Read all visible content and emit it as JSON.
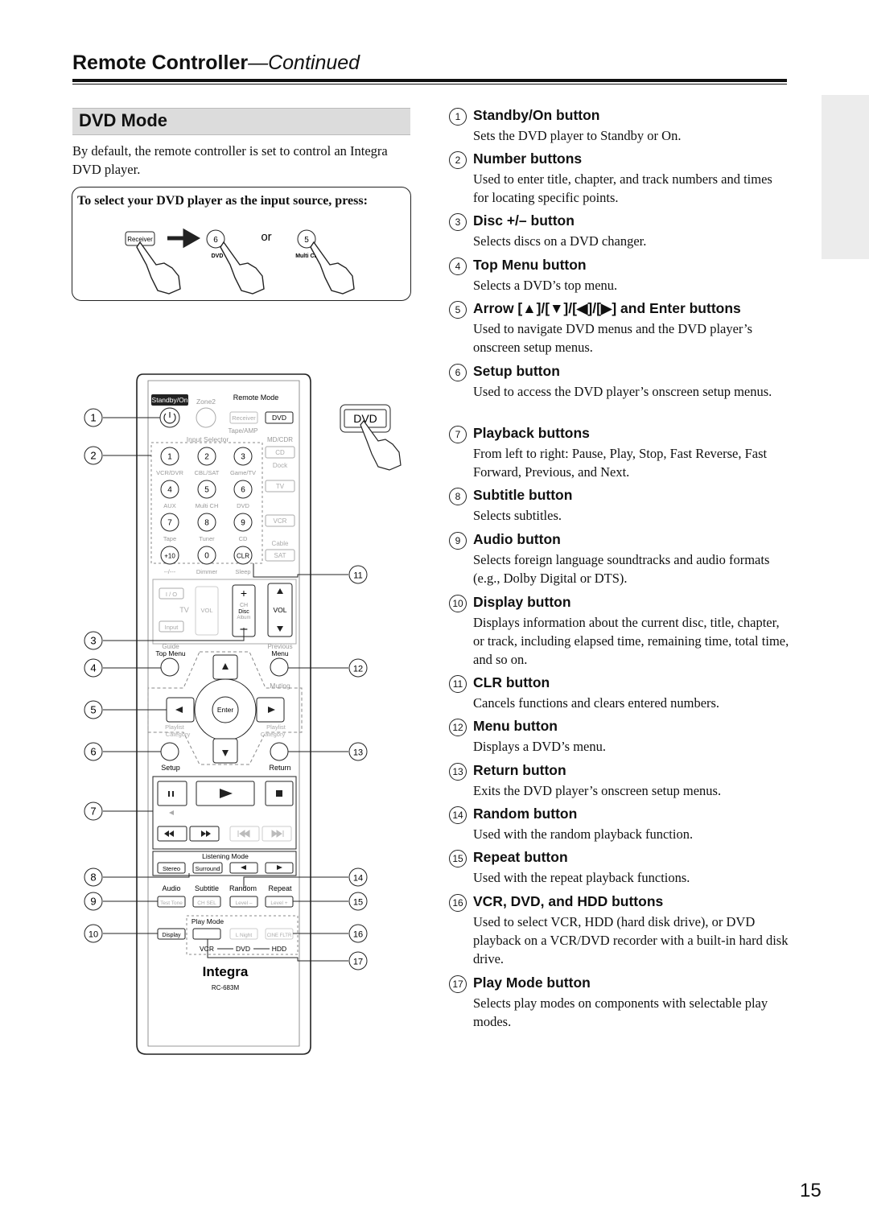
{
  "header": {
    "title_main": "Remote Controller",
    "title_suffix": "—Continued"
  },
  "section": {
    "title": "DVD Mode",
    "intro": "By default, the remote controller is set to control an Integra DVD player.",
    "callout": "To select your DVD player as the input source, press:",
    "callout_buttons": {
      "receiver": "Receiver",
      "dvd_number": "6",
      "dvd_label": "DVD",
      "or": "or",
      "multi_number": "5",
      "multi_label": "Multi Ch"
    }
  },
  "remote": {
    "top": {
      "standby": "Standby/On",
      "zone2": "Zone2",
      "remote_mode": "Remote Mode",
      "receiver": "Receiver",
      "dvd": "DVD",
      "tape_amp": "Tape/AMP",
      "input_selector": "Input Selector",
      "md_cdr": "MD/CDR",
      "cd": "CD",
      "dock": "Dock",
      "tv": "TV",
      "vcr": "VCR",
      "cable": "Cable",
      "sat": "SAT",
      "dvd_callout": "DVD"
    },
    "keys": [
      {
        "num": "1",
        "label": "VCR/DVR"
      },
      {
        "num": "2",
        "label": "CBL/SAT"
      },
      {
        "num": "3",
        "label": "Game/TV"
      },
      {
        "num": "4",
        "label": "AUX"
      },
      {
        "num": "5",
        "label": "Multi CH"
      },
      {
        "num": "6",
        "label": "DVD"
      },
      {
        "num": "7",
        "label": "Tape"
      },
      {
        "num": "8",
        "label": "Tuner"
      },
      {
        "num": "9",
        "label": "CD"
      },
      {
        "num": "+10",
        "label": "--/---"
      },
      {
        "num": "0",
        "label": "Dimmer"
      },
      {
        "num": "CLR",
        "label": "Sleep"
      }
    ],
    "mid": {
      "io": "I / Ο",
      "tv": "TV",
      "vol": "VOL",
      "input": "Input",
      "ch": "CH",
      "disc": "Disc",
      "album": "Album",
      "vol2": "VOL",
      "guide": "Guide",
      "top_menu": "Top Menu",
      "previous": "Previous",
      "menu": "Menu",
      "muting": "Muting",
      "enter": "Enter",
      "playlist": "Playlist",
      "category": "Category",
      "setup": "Setup",
      "return": "Return"
    },
    "bottom": {
      "listening_mode": "Listening Mode",
      "stereo": "Stereo",
      "surround": "Surround",
      "audio": "Audio",
      "subtitle": "Subtitle",
      "random": "Random",
      "repeat": "Repeat",
      "test_tone": "Test Tone",
      "ch_sel": "CH SEL",
      "level_minus": "Level –",
      "level_plus": "Level +",
      "play_mode": "Play Mode",
      "display": "Display",
      "l_night": "L Night",
      "cine_filter": "CINE FLTR",
      "vcr": "VCR",
      "dvd": "DVD",
      "hdd": "HDD",
      "brand": "Integra",
      "model": "RC-683M"
    }
  },
  "callout_numbers": [
    "1",
    "2",
    "3",
    "4",
    "5",
    "6",
    "7",
    "8",
    "9",
    "10",
    "11",
    "12",
    "13",
    "14",
    "15",
    "16",
    "17"
  ],
  "items": [
    {
      "num": "1",
      "title": "Standby/On button",
      "desc": "Sets the DVD player to Standby or On."
    },
    {
      "num": "2",
      "title": "Number buttons",
      "desc": "Used to enter title, chapter, and track numbers and times for locating specific points."
    },
    {
      "num": "3",
      "title": "Disc +/– button",
      "desc": "Selects discs on a DVD changer."
    },
    {
      "num": "4",
      "title": "Top Menu button",
      "desc": "Selects a DVD’s top menu."
    },
    {
      "num": "5",
      "title": "Arrow [▲]/[▼]/[◀]/[▶] and Enter buttons",
      "desc": "Used to navigate DVD menus and the DVD player’s onscreen setup menus."
    },
    {
      "num": "6",
      "title": "Setup button",
      "desc": "Used to access the DVD player’s onscreen setup menus."
    },
    {
      "num": "7",
      "title": "Playback buttons",
      "desc": "From left to right: Pause, Play, Stop, Fast Reverse, Fast Forward, Previous, and Next."
    },
    {
      "num": "8",
      "title": "Subtitle button",
      "desc": "Selects subtitles."
    },
    {
      "num": "9",
      "title": "Audio button",
      "desc": "Selects foreign language soundtracks and audio formats (e.g., Dolby Digital or DTS)."
    },
    {
      "num": "10",
      "title": "Display button",
      "desc": "Displays information about the current disc, title, chapter, or track, including elapsed time, remaining time, total time, and so on."
    },
    {
      "num": "11",
      "title": "CLR button",
      "desc": "Cancels functions and clears entered numbers."
    },
    {
      "num": "12",
      "title": "Menu button",
      "desc": "Displays a DVD’s menu."
    },
    {
      "num": "13",
      "title": "Return button",
      "desc": "Exits the DVD player’s onscreen setup menus."
    },
    {
      "num": "14",
      "title": "Random button",
      "desc": "Used with the random playback function."
    },
    {
      "num": "15",
      "title": "Repeat button",
      "desc": "Used with the repeat playback functions."
    },
    {
      "num": "16",
      "title": "VCR, DVD, and HDD buttons",
      "desc": "Used to select VCR, HDD (hard disk drive), or DVD playback on a VCR/DVD recorder with a built-in hard disk drive."
    },
    {
      "num": "17",
      "title": "Play Mode button",
      "desc": "Selects play modes on components with selectable play modes."
    }
  ],
  "page_number": "15"
}
